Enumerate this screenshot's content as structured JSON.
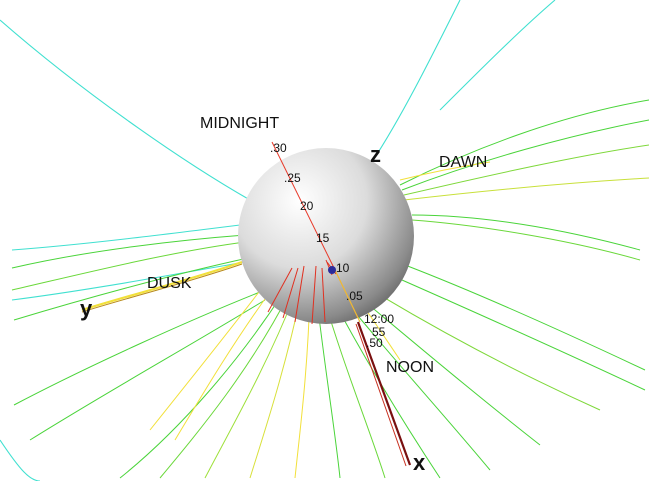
{
  "labels": {
    "midnight": "MIDNIGHT",
    "dawn": "DAWN",
    "dusk": "DUSK",
    "noon": "NOON",
    "z_axis": "z",
    "y_axis": "y",
    "x_axis": "x"
  },
  "time_ticks": {
    "t30a": ".30",
    "t25": ".25",
    "t20": "20",
    "t15": "15",
    "t10": "10",
    "t05": ".05",
    "t1200": "12:00",
    "t55": "55",
    "t50": ".50"
  },
  "colors": {
    "field_line_cyan": "#40e0d0",
    "field_line_green": "#4ad43a",
    "field_line_yellow": "#f2e03a",
    "field_line_red": "#e03020",
    "track_red": "#e83a2a",
    "track_dark_red": "#7a1010",
    "marker_blue": "#2b2b9a"
  }
}
